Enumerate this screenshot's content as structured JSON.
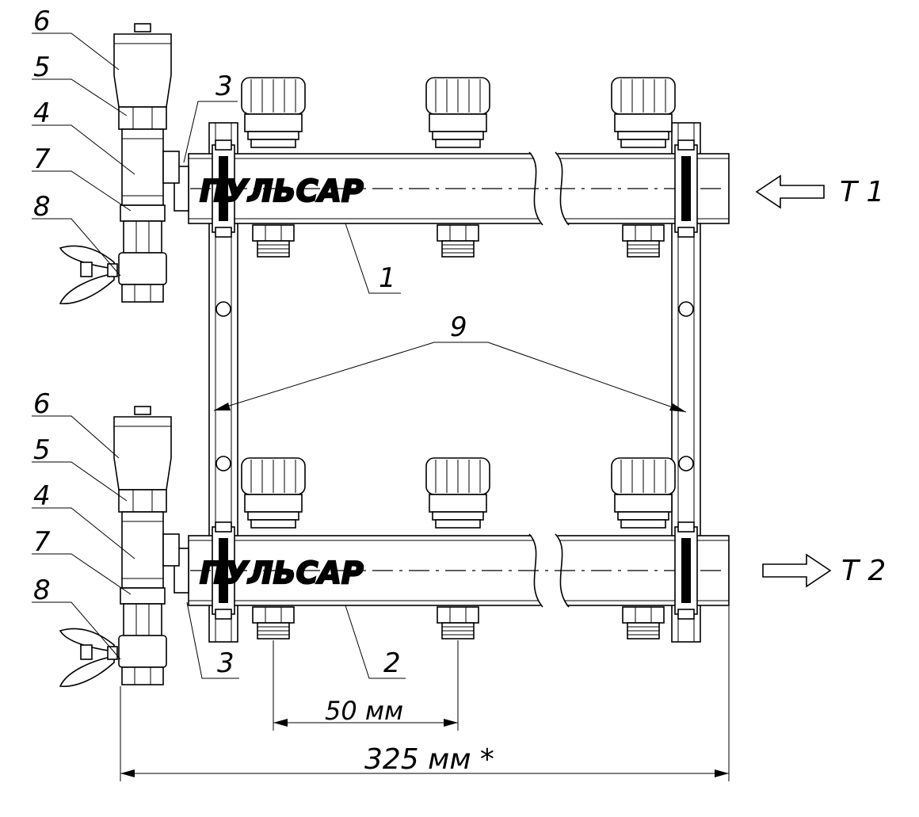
{
  "brand_text": "ПУЛЬСАР",
  "flow": {
    "supply": "Т 1",
    "return": "Т 2"
  },
  "callouts": {
    "upper": {
      "n6": "6",
      "n5": "5",
      "n4": "4",
      "n7": "7",
      "n8": "8",
      "n3": "3",
      "n1": "1"
    },
    "lower": {
      "n6": "6",
      "n5": "5",
      "n4": "4",
      "n7": "7",
      "n8": "8",
      "n3": "3",
      "n2": "2"
    },
    "bracket": "9"
  },
  "dimensions": {
    "pitch": "50 мм",
    "total": "325 мм *"
  }
}
